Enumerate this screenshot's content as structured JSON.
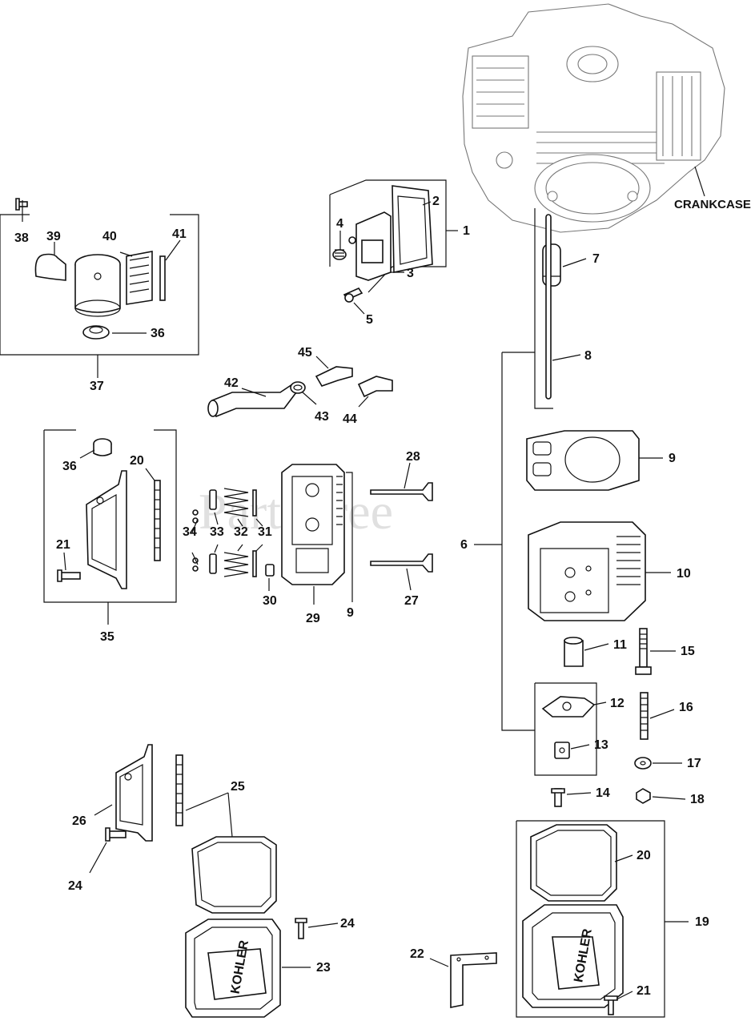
{
  "diagram": {
    "watermark": "PartsTree",
    "crankcase_label": "CRANKCASE",
    "callouts": {
      "c1": "1",
      "c2": "2",
      "c3": "3",
      "c4": "4",
      "c5": "5",
      "c6": "6",
      "c7": "7",
      "c8": "8",
      "c9a": "9",
      "c9b": "9",
      "c10": "10",
      "c11": "11",
      "c12": "12",
      "c13": "13",
      "c14": "14",
      "c15": "15",
      "c16": "16",
      "c17": "17",
      "c18": "18",
      "c19": "19",
      "c20a": "20",
      "c20b": "20",
      "c21a": "21",
      "c21b": "21",
      "c22": "22",
      "c23": "23",
      "c24a": "24",
      "c24b": "24",
      "c25": "25",
      "c26": "26",
      "c27": "27",
      "c28": "28",
      "c29": "29",
      "c30": "30",
      "c31": "31",
      "c32": "32",
      "c33": "33",
      "c34": "34",
      "c35": "35",
      "c36a": "36",
      "c36b": "36",
      "c37": "37",
      "c38": "38",
      "c39": "39",
      "c40": "40",
      "c41": "41",
      "c42": "42",
      "c43": "43",
      "c44": "44",
      "c45": "45"
    },
    "embossed_text": "KOHLER"
  }
}
